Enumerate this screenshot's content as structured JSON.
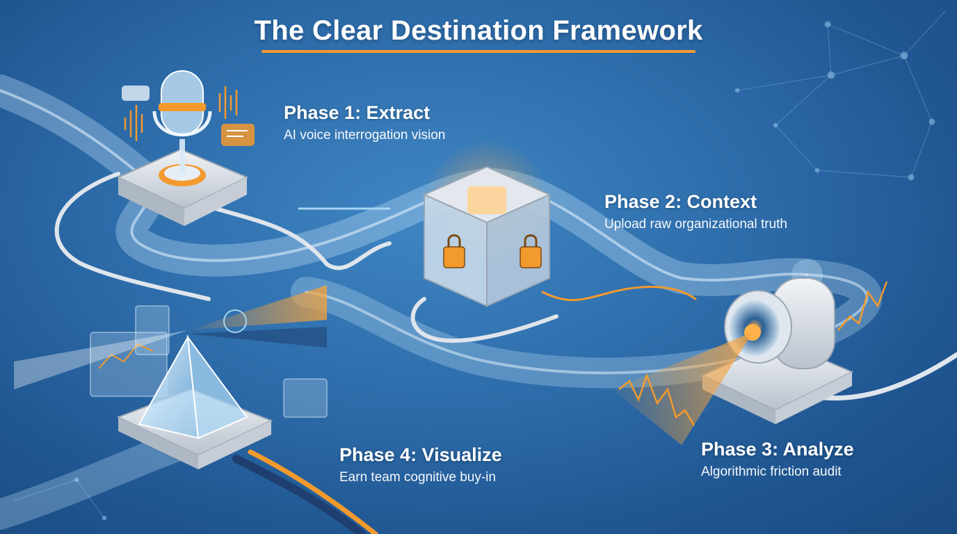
{
  "title": "The Clear Destination Framework",
  "colors": {
    "background": "#2c6aa8",
    "accent": "#f39a2e",
    "pipe": "#cfe6f7",
    "device": "#e4e8ee"
  },
  "phases": [
    {
      "title": "Phase 1: Extract",
      "subtitle": "AI voice interrogation vision",
      "icon": "microphone-icon"
    },
    {
      "title": "Phase 2: Context",
      "subtitle": "Upload raw organizational truth",
      "icon": "locked-cube-icon"
    },
    {
      "title": "Phase 3: Analyze",
      "subtitle": "Algorithmic friction audit",
      "icon": "lens-camera-icon"
    },
    {
      "title": "Phase 4: Visualize",
      "subtitle": "Earn team cognitive buy-in",
      "icon": "prism-icon"
    }
  ]
}
